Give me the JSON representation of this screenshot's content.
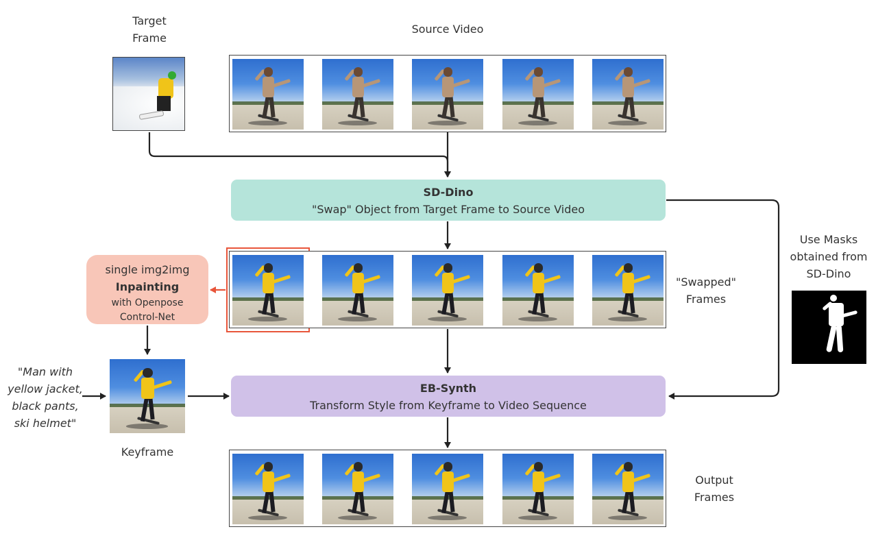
{
  "labels": {
    "target_frame": [
      "Target",
      "Frame"
    ],
    "source_video": "Source Video",
    "swapped_frames": [
      "\"Swapped\"",
      "Frames"
    ],
    "output_frames": [
      "Output",
      "Frames"
    ],
    "keyframe": "Keyframe",
    "use_masks": [
      "Use Masks",
      "obtained from",
      "SD-Dino"
    ],
    "prompt": [
      "\"Man with",
      "yellow jacket,",
      "black pants,",
      "ski helmet\""
    ]
  },
  "nodes": {
    "sd_dino": {
      "title": "SD-Dino",
      "subtitle": "\"Swap\" Object from Target Frame to Source Video",
      "color": "#b5e4da"
    },
    "eb_synth": {
      "title": "EB-Synth",
      "subtitle": "Transform Style from Keyframe to Video Sequence",
      "color": "#d0c1e8"
    },
    "inpainting": {
      "line1": "single img2img",
      "title": "Inpainting",
      "line3": "with Openpose",
      "line4": "Control-Net",
      "color": "#f8c6b8"
    }
  },
  "colors": {
    "highlight": "#e8553a",
    "arrow": "#222222",
    "strip_border": "#444444"
  }
}
